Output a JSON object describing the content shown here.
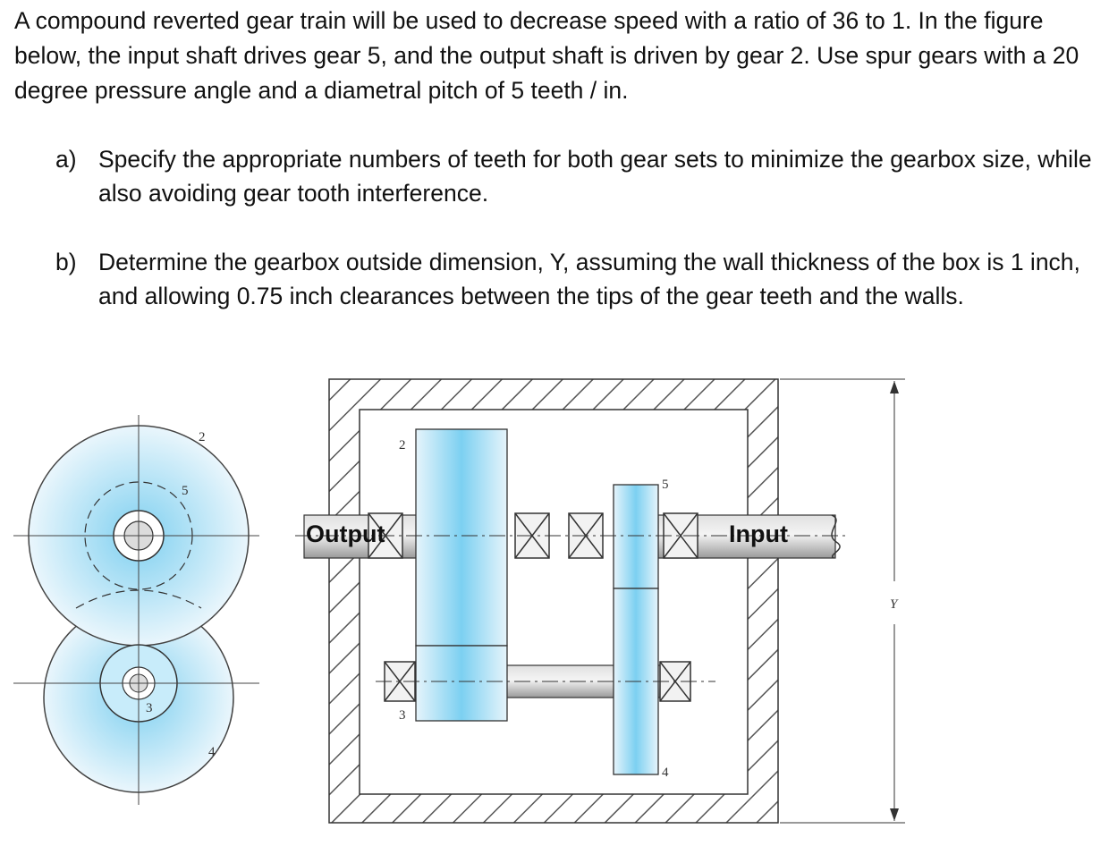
{
  "intro": "A compound reverted gear train will be used to decrease speed with a ratio of 36 to 1.  In the figure below, the input shaft drives gear 5, and the output shaft is driven by gear 2.  Use spur gears with a 20 degree pressure angle and a diametral pitch of 5 teeth / in.",
  "parts": [
    {
      "label": "a)",
      "text": "Specify the appropriate numbers of teeth for both gear sets to minimize the gearbox size, while also avoiding gear tooth interference."
    },
    {
      "label": "b)",
      "text": "Determine the gearbox outside dimension, Y, assuming the wall thickness of the box is 1 inch, and allowing 0.75 inch clearances between the tips of the gear teeth and the walls."
    }
  ],
  "figure": {
    "end_view_labels": {
      "gear2": "2",
      "gear5": "5",
      "gear3": "3",
      "gear4": "4"
    },
    "side_view_labels": {
      "gear2": "2",
      "gear5": "5",
      "gear3": "3",
      "gear4": "4"
    },
    "output_label": "Output",
    "input_label": "Input",
    "dimension_label": "Y"
  },
  "colors": {
    "gear_edge": "#e8f4fb",
    "gear_center": "#7fd0f0",
    "wall": "#7a7a7a",
    "shaft": "#cfcfcf"
  }
}
